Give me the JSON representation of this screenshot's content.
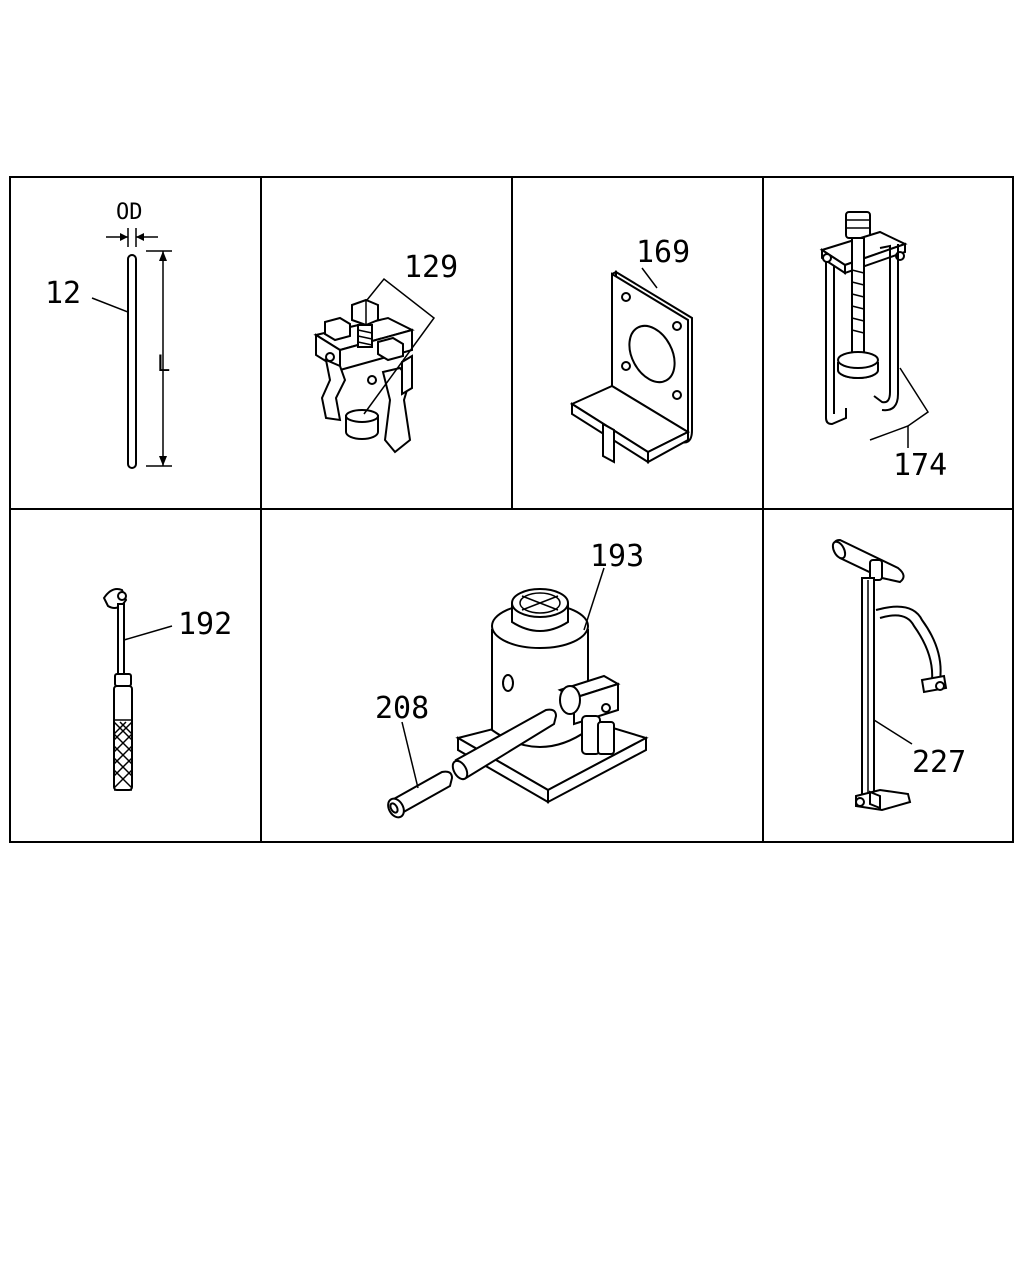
{
  "callouts": {
    "c12": "12",
    "c129": "129",
    "c169": "169",
    "c174": "174",
    "c192": "192",
    "c193": "193",
    "c208": "208",
    "c227": "227"
  },
  "dimensions": {
    "od": "OD",
    "length": "L"
  }
}
